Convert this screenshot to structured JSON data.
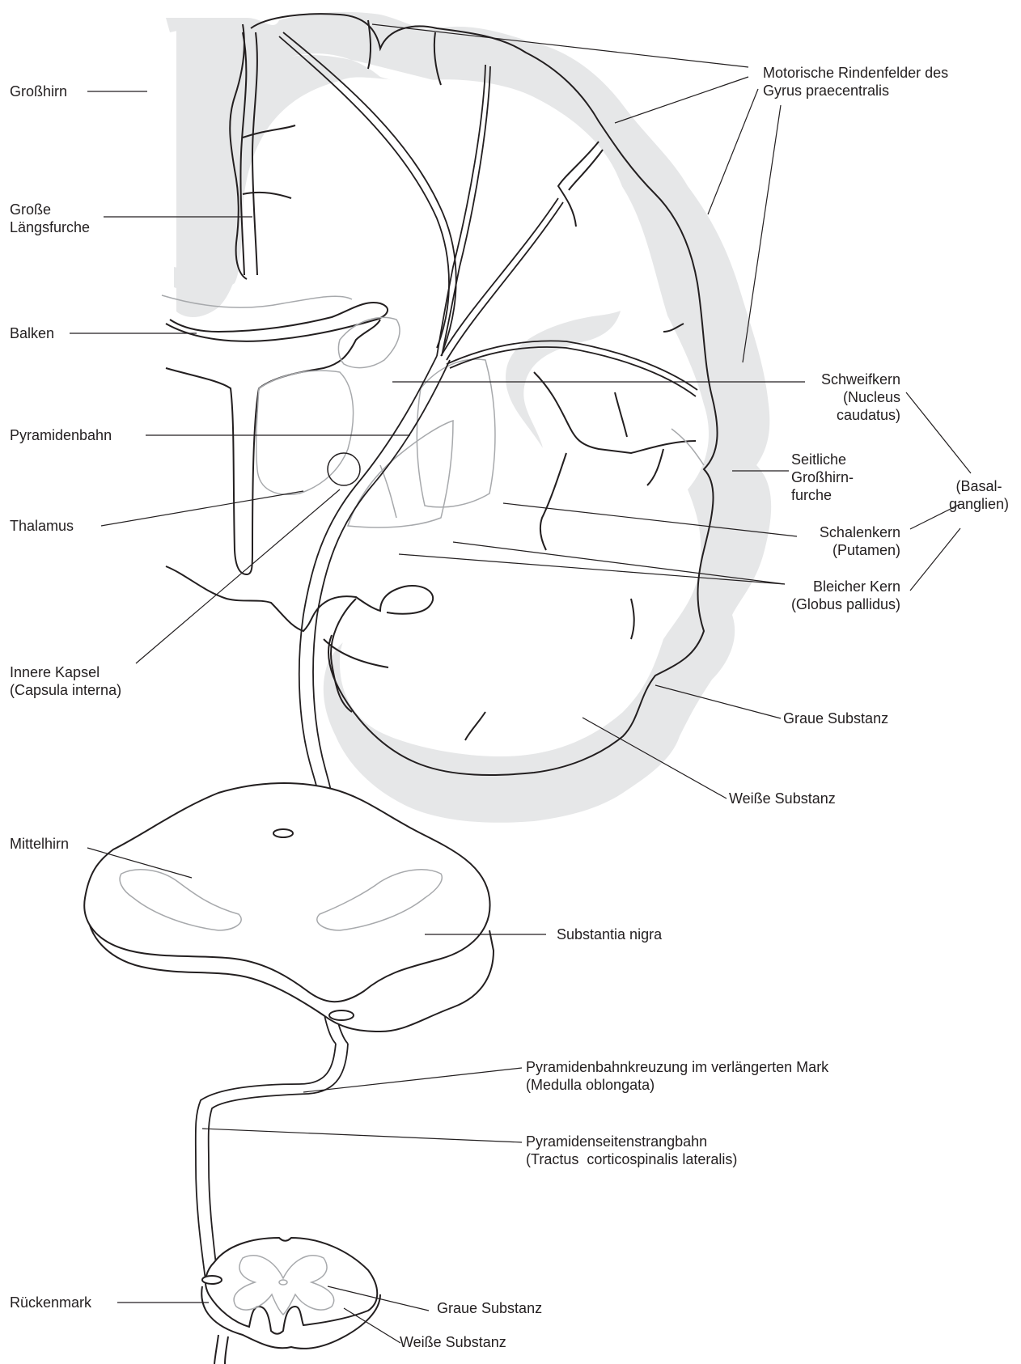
{
  "labels": {
    "grosshirn": "Großhirn",
    "grosse_laengsfurche": "Große\nLängsfurche",
    "balken": "Balken",
    "pyramidenbahn": "Pyramidenbahn",
    "thalamus": "Thalamus",
    "innere_kapsel": "Innere Kapsel\n(Capsula interna)",
    "mittelhirn": "Mittelhirn",
    "rueckenmark": "Rückenmark",
    "motorische_rindenfelder": "Motorische Rindenfelder des\nGyrus praecentralis",
    "schweifkern": "Schweifkern\n(Nucleus\ncaudatus)",
    "seitliche_grosshirnfurche": "Seitliche\nGroßhirn-\nfurche",
    "basalganglien": "(Basal-\nganglien)",
    "schalenkern": "Schalenkern\n(Putamen)",
    "bleicher_kern": "Bleicher Kern\n(Globus pallidus)",
    "graue_substanz_hirn": "Graue Substanz",
    "weisse_substanz_hirn": "Weiße Substanz",
    "substantia_nigra": "Substantia nigra",
    "pyramidenbahnkreuzung": "Pyramidenbahnkreuzung im verlängerten Mark\n(Medulla oblongata)",
    "pyramidenseitenstrangbahn": "Pyramidenseitenstrangbahn\n(Tractus  corticospinalis lateralis)",
    "graue_substanz_mark": "Graue Substanz",
    "weisse_substanz_mark": "Weiße Substanz"
  },
  "colors": {
    "outline": "#231f20",
    "gray_matter_fill": "#e6e7e8",
    "faint_outline": "#a7a9ac",
    "background": "#ffffff"
  }
}
